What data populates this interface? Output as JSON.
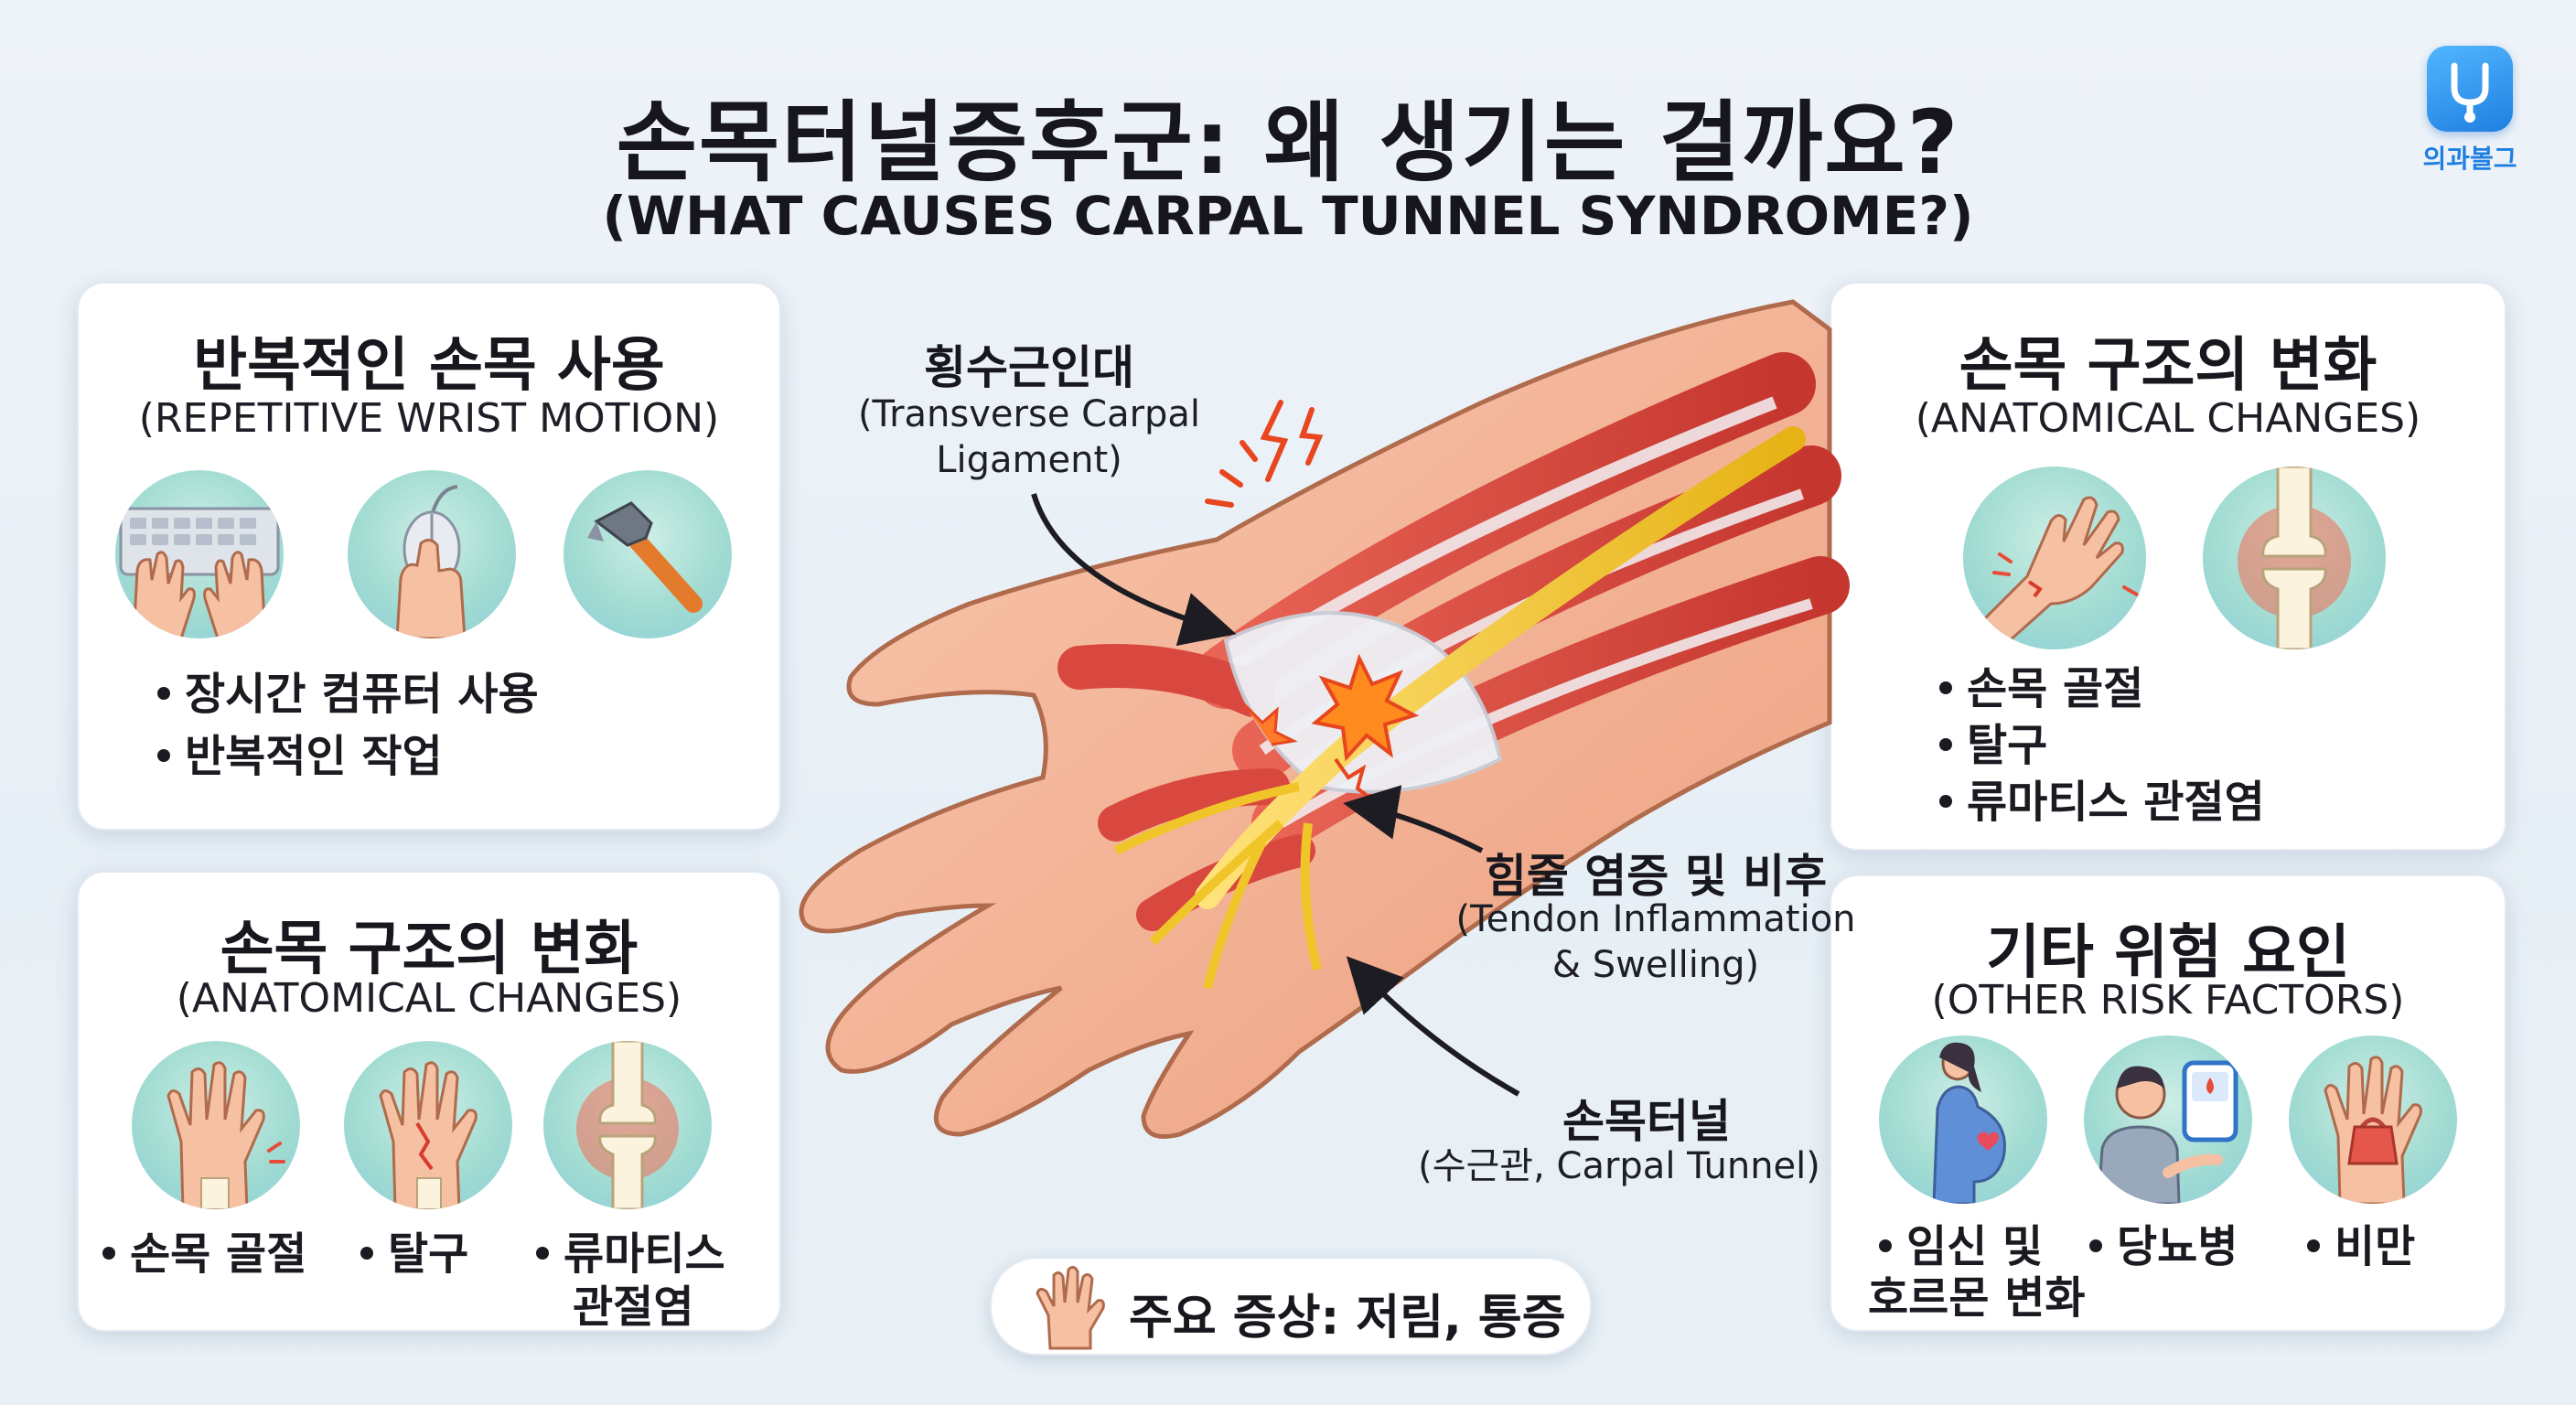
{
  "title": {
    "ko": "손목터널증후군: 왜 생기는 걸까요?",
    "en": "(WHAT CAUSES CARPAL TUNNEL SYNDROME?)"
  },
  "logo": {
    "text": "의과볼그",
    "icon": "stethoscope-icon",
    "color": "#1f7fe0"
  },
  "cards": {
    "repetitive": {
      "title_ko": "반복적인 손목 사용",
      "title_en": "(REPETITIVE WRIST MOTION)",
      "icons": [
        "keyboard-icon",
        "computer-mouse-icon",
        "hammer-icon"
      ],
      "bullets": [
        "장시간 컴퓨터 사용",
        "반복적인 작업"
      ]
    },
    "anatomical_left": {
      "title_ko": "손목 구조의 변화",
      "title_en": "(ANATOMICAL CHANGES)",
      "icons": [
        "wrist-fracture-icon",
        "dislocation-icon",
        "arthritis-joint-icon"
      ],
      "bullets": [
        "손목 골절",
        "탈구",
        "류마티스",
        "관절염"
      ]
    },
    "anatomical_right": {
      "title_ko": "손목 구조의 변화",
      "title_en": "(ANATOMICAL CHANGES)",
      "icons": [
        "injured-wrist-icon",
        "inflamed-joint-icon"
      ],
      "bullets": [
        "손목 골절",
        "탈구",
        "류마티스 관절염"
      ]
    },
    "other": {
      "title_ko": "기타 위험 요인",
      "title_en": "(OTHER RISK FACTORS)",
      "icons": [
        "pregnancy-icon",
        "glucose-meter-icon",
        "weight-hand-icon"
      ],
      "bullets": [
        "임신 및",
        "호르몬 변화",
        "당뇨병",
        "비만"
      ]
    }
  },
  "labels": {
    "ligament": {
      "ko": "횡수근인대",
      "en1": "(Transverse Carpal",
      "en2": "Ligament)"
    },
    "tendon": {
      "ko": "힘줄 염증 및 비후",
      "en1": "(Tendon Inflammation",
      "en2": "& Swelling)"
    },
    "tunnel": {
      "ko": "손목터널",
      "en": "(수근관, Carpal Tunnel)"
    }
  },
  "symptom": {
    "text": "주요 증상: 저림, 통증",
    "icon": "raised-hand-icon"
  },
  "colors": {
    "muscle": "#d9483f",
    "nerve": "#f1c21b",
    "skin": "#f6b89c",
    "accent": "#1f7fe0"
  }
}
